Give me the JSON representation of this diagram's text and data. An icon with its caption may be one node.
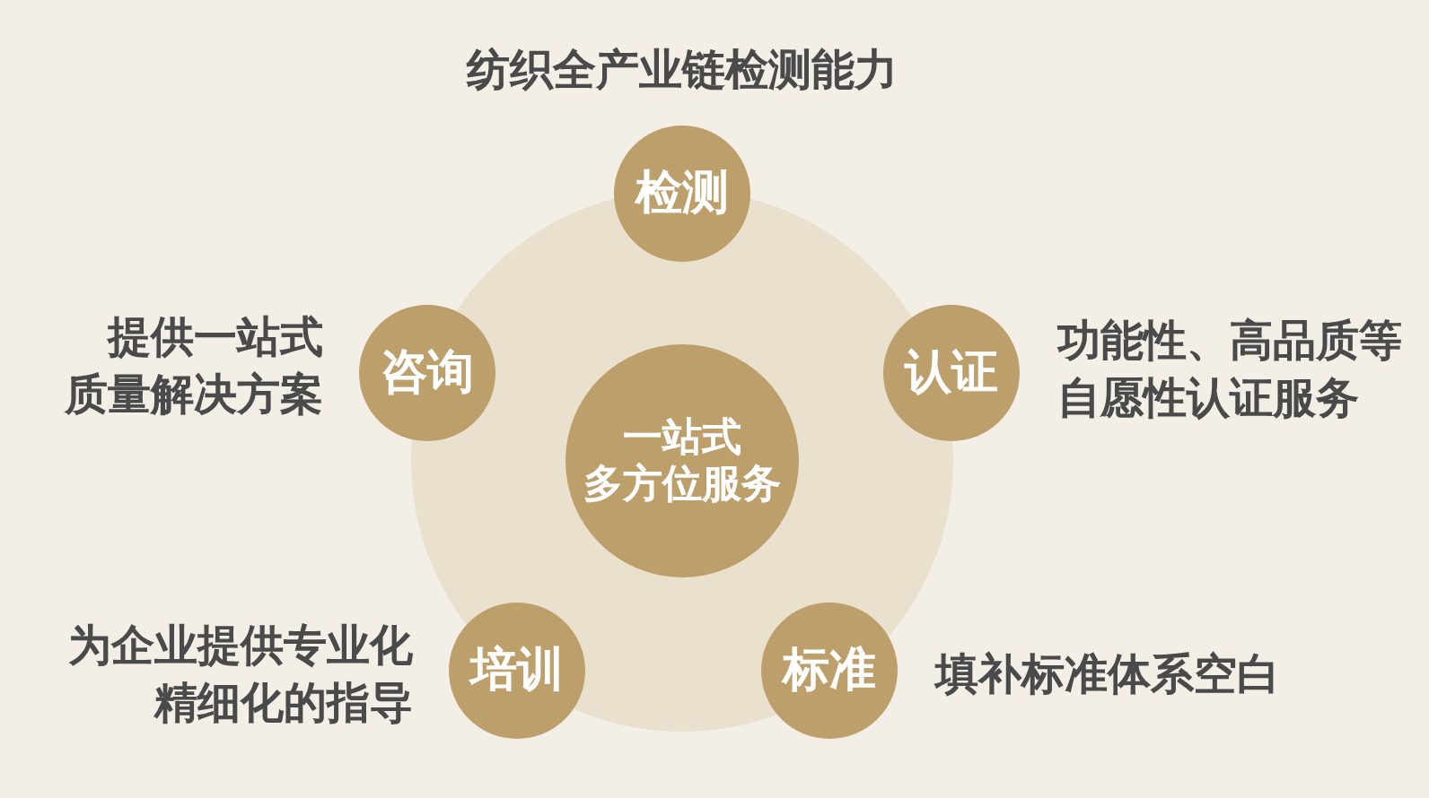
{
  "diagram": {
    "nodes": [
      {
        "text": [
          "检测"
        ],
        "beside": [
          "纺织全产业链检测能力"
        ]
      },
      {
        "text": [
          "咨询"
        ],
        "beside": [
          "提供一站式质量解决方案"
        ]
      },
      {
        "text": [
          "认证"
        ],
        "beside": [
          "功能性、高品质等自愿性认证服务"
        ]
      },
      {
        "text": [
          "一站式多方位服务"
        ]
      },
      {
        "text": [
          "培训"
        ],
        "beside": [
          "为企业提供专业化精细化的指导"
        ]
      },
      {
        "text": [
          "标准"
        ],
        "beside": [
          "填补标准体系空白"
        ]
      }
    ]
  }
}
